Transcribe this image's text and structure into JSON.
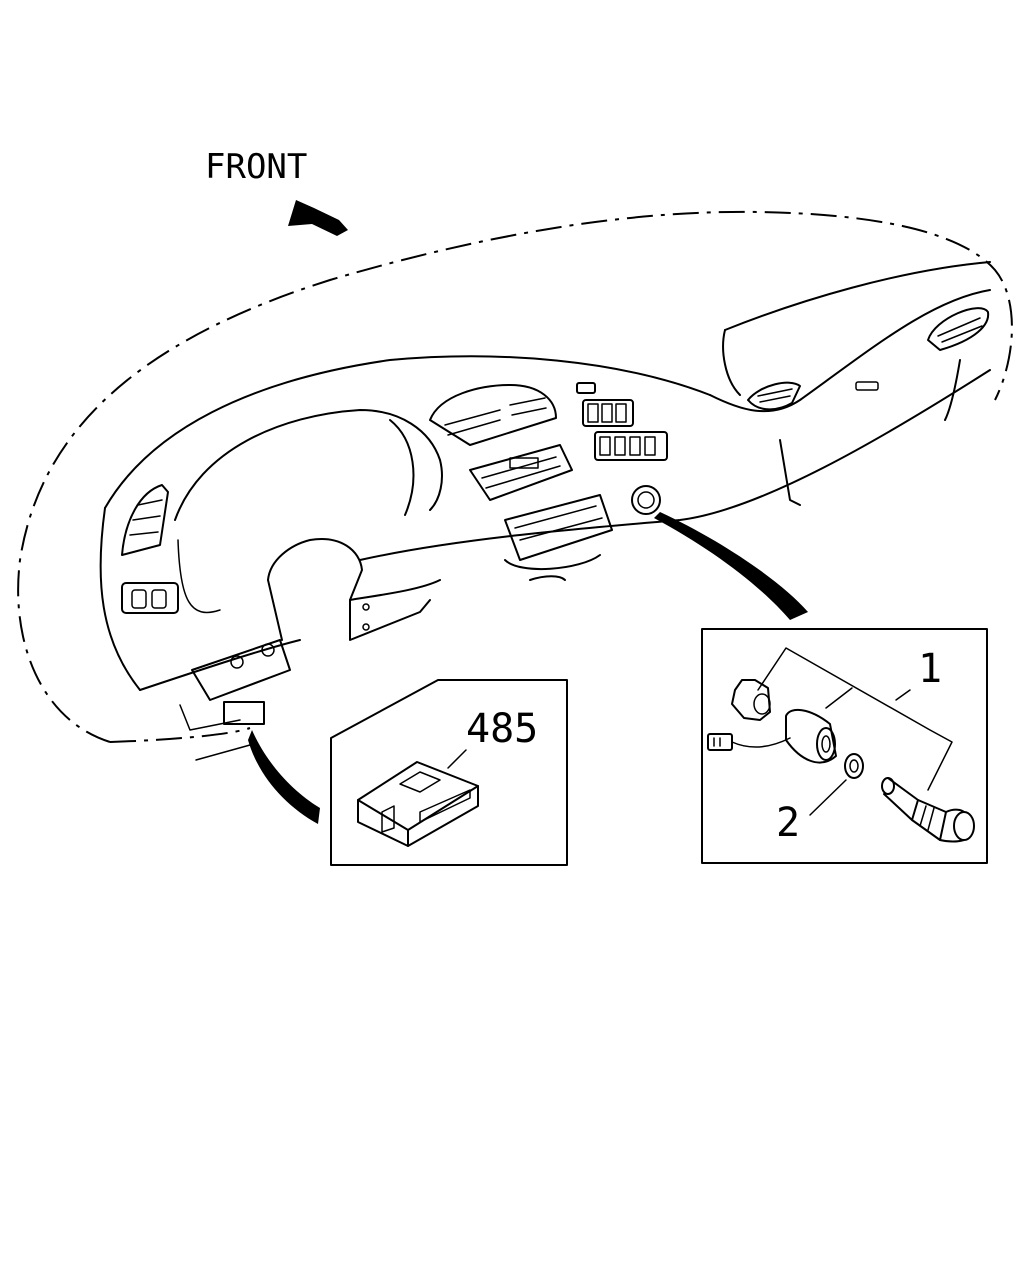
{
  "front_label": "FRONT",
  "callouts": {
    "part_1": "1",
    "part_2": "2",
    "part_485": "485"
  },
  "colors": {
    "line": "#000000",
    "background": "#ffffff"
  }
}
